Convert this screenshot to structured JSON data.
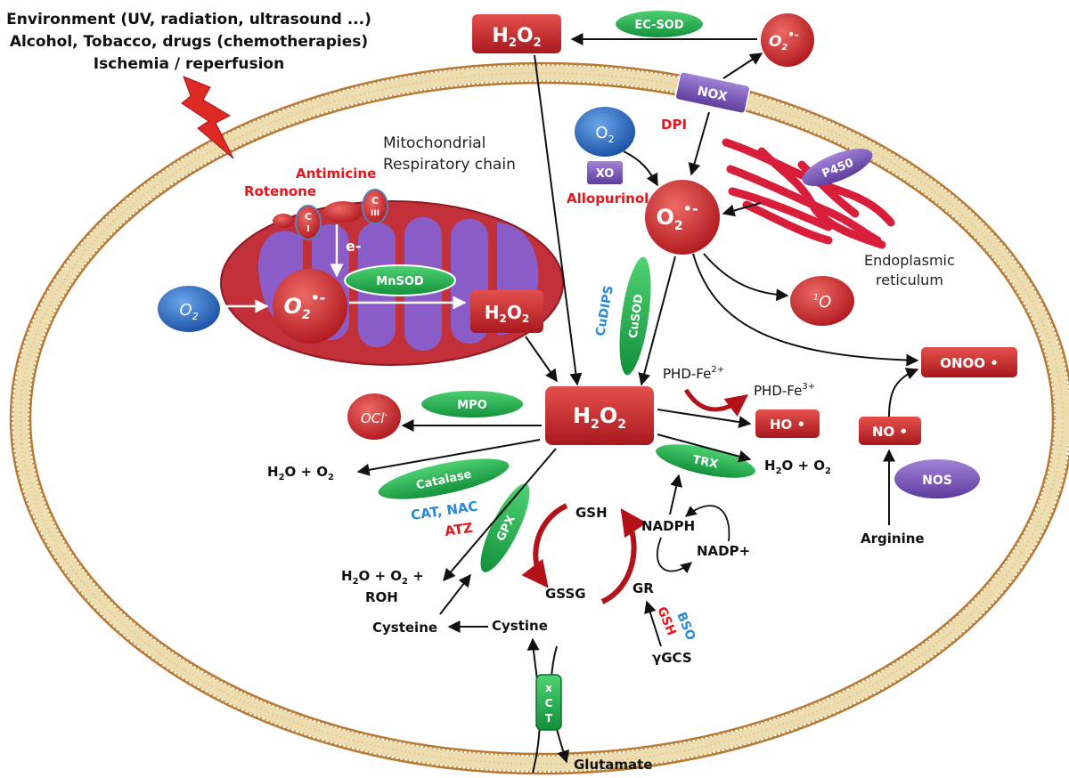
{
  "stress_sources": {
    "line1": "Environment (UV, radiation, ultrasound ...)",
    "line2": "Alcohol, Tobacco, drugs (chemotherapies)",
    "line3": "Ischemia / reperfusion"
  },
  "mito": {
    "title_line1": "Mitochondrial",
    "title_line2": "Respiratory chain",
    "rotenone": "Rotenone",
    "antimicine": "Antimicine",
    "ci_c": "C",
    "ci_num": "I",
    "ciii_c": "C",
    "ciii_num": "III",
    "electron": "e-",
    "mnsod": "MnSOD"
  },
  "species": {
    "h2o2": "H2O2",
    "o2": "O2",
    "superoxide": "O2•-",
    "singlet_o": "1O",
    "ocl": "OCl-",
    "ho": "HO •",
    "no": "NO •",
    "onoo": "ONOO •"
  },
  "enzymes": {
    "ec_sod": "EC-SOD",
    "nox": "NOX",
    "xo": "XO",
    "p450": "P450",
    "cusod": "CuSOD",
    "mpo": "MPO",
    "catalase": "Catalase",
    "gpx": "GPX",
    "trx": "TRX",
    "nos": "NOS",
    "xct_letters": [
      "x",
      "C",
      "T"
    ]
  },
  "inhibitors": {
    "dpi": "DPI",
    "allopurinol": "Allopurinol",
    "cudips": "CuDIPS",
    "cat_nac": "CAT, NAC",
    "atz": "ATZ",
    "bso": "BSO",
    "gsh_inh": "GSH"
  },
  "labels": {
    "er_line1": "Endoplasmic",
    "er_line2": "reticulum",
    "phd_fe2": "PHD-Fe2+",
    "phd_fe3": "PHD-Fe3+",
    "h2o_o2": "H2O + O2",
    "h2o_o2_roh_line1": "H2O + O2 +",
    "h2o_o2_roh_line2": "ROH",
    "gsh": "GSH",
    "gssg": "GSSG",
    "gr": "GR",
    "nadph": "NADPH",
    "nadp_plus": "NADP+",
    "gamma_gcs": "γGCS",
    "cysteine": "Cysteine",
    "cystine": "Cystine",
    "glutamate": "Glutamate",
    "arginine": "Arginine"
  },
  "colors": {
    "red_species": "#c8282a",
    "blue_o2": "#2e6fc4",
    "green_enzyme": "#1fae4a",
    "purple_enzyme": "#7a56b8",
    "mito_red": "#c2303a",
    "mito_purple": "#8a5cc8",
    "inhibitor_red": "#e8161b",
    "inhibitor_blue": "#2a8ad8",
    "membrane": "#c9a86b"
  }
}
